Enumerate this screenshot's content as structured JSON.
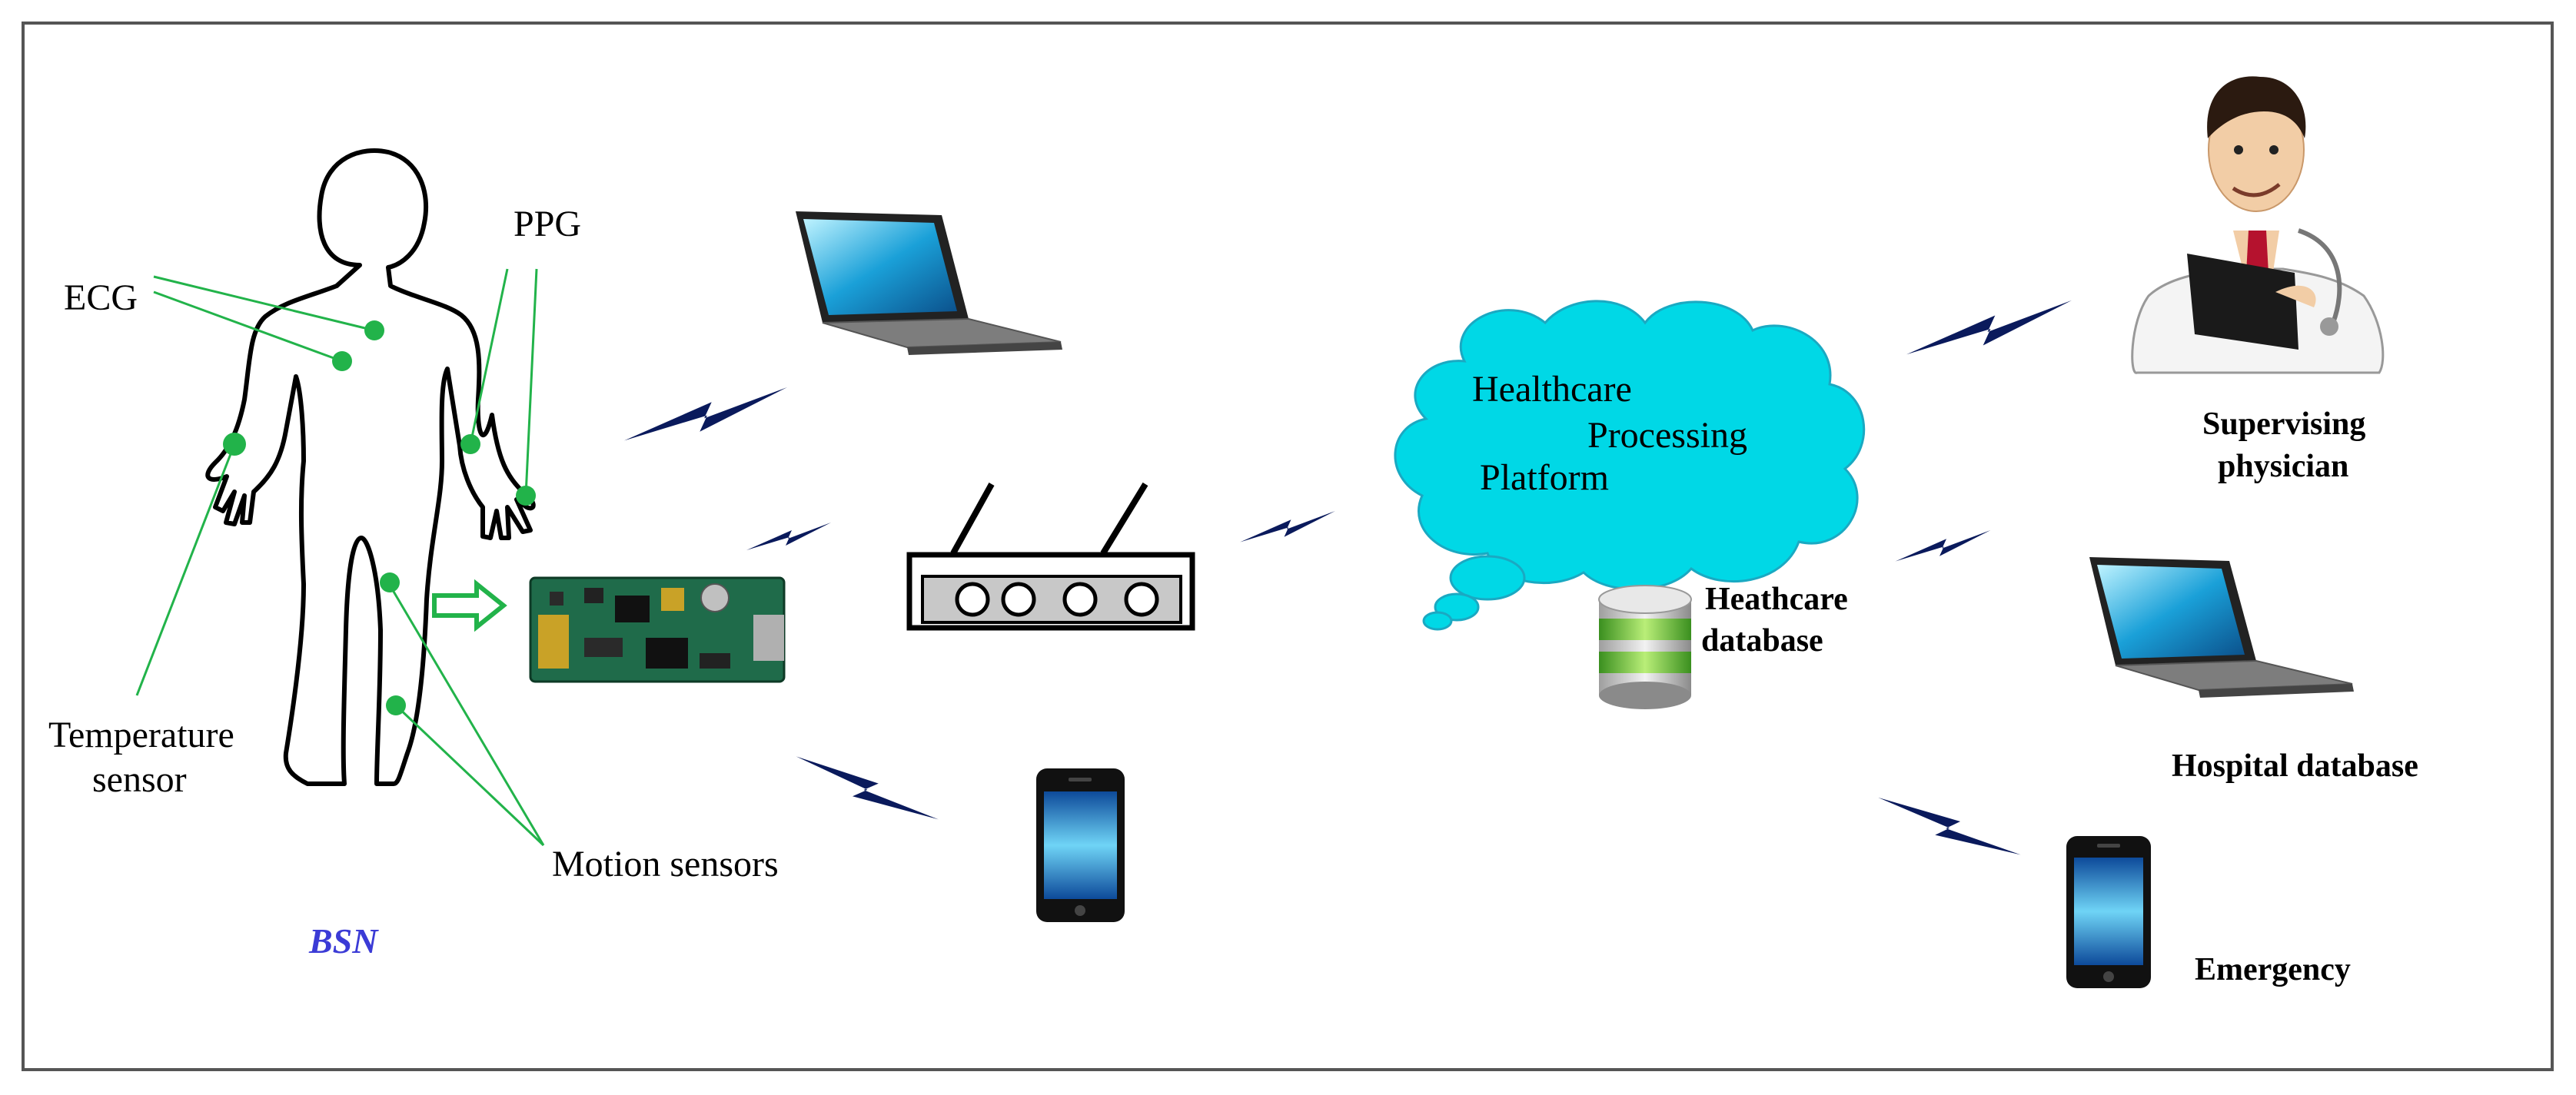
{
  "labels": {
    "ecg": "ECG",
    "ppg": "PPG",
    "temperature_line1": "Temperature",
    "temperature_line2": "sensor",
    "motion": "Motion sensors",
    "bsn": "BSN",
    "cloud_line1": "Healthcare",
    "cloud_line2": "Processing",
    "cloud_line3": "Platform",
    "db_line1": "Heathcare",
    "db_line2": "database",
    "physician_line1": "Supervising",
    "physician_line2": "physician",
    "hospital_db": "Hospital database",
    "emergency": "Emergency"
  },
  "colors": {
    "sensor_green": "#22b34a",
    "bsn_blue": "#3b3bd6",
    "cloud_cyan": "#00d8e6",
    "bolt_navy": "#0a1a5c",
    "border": "#555555"
  },
  "icons": [
    "human-outline",
    "sensor-board",
    "laptop",
    "router",
    "smartphone",
    "cloud",
    "database",
    "doctor",
    "lightning-bolt"
  ]
}
